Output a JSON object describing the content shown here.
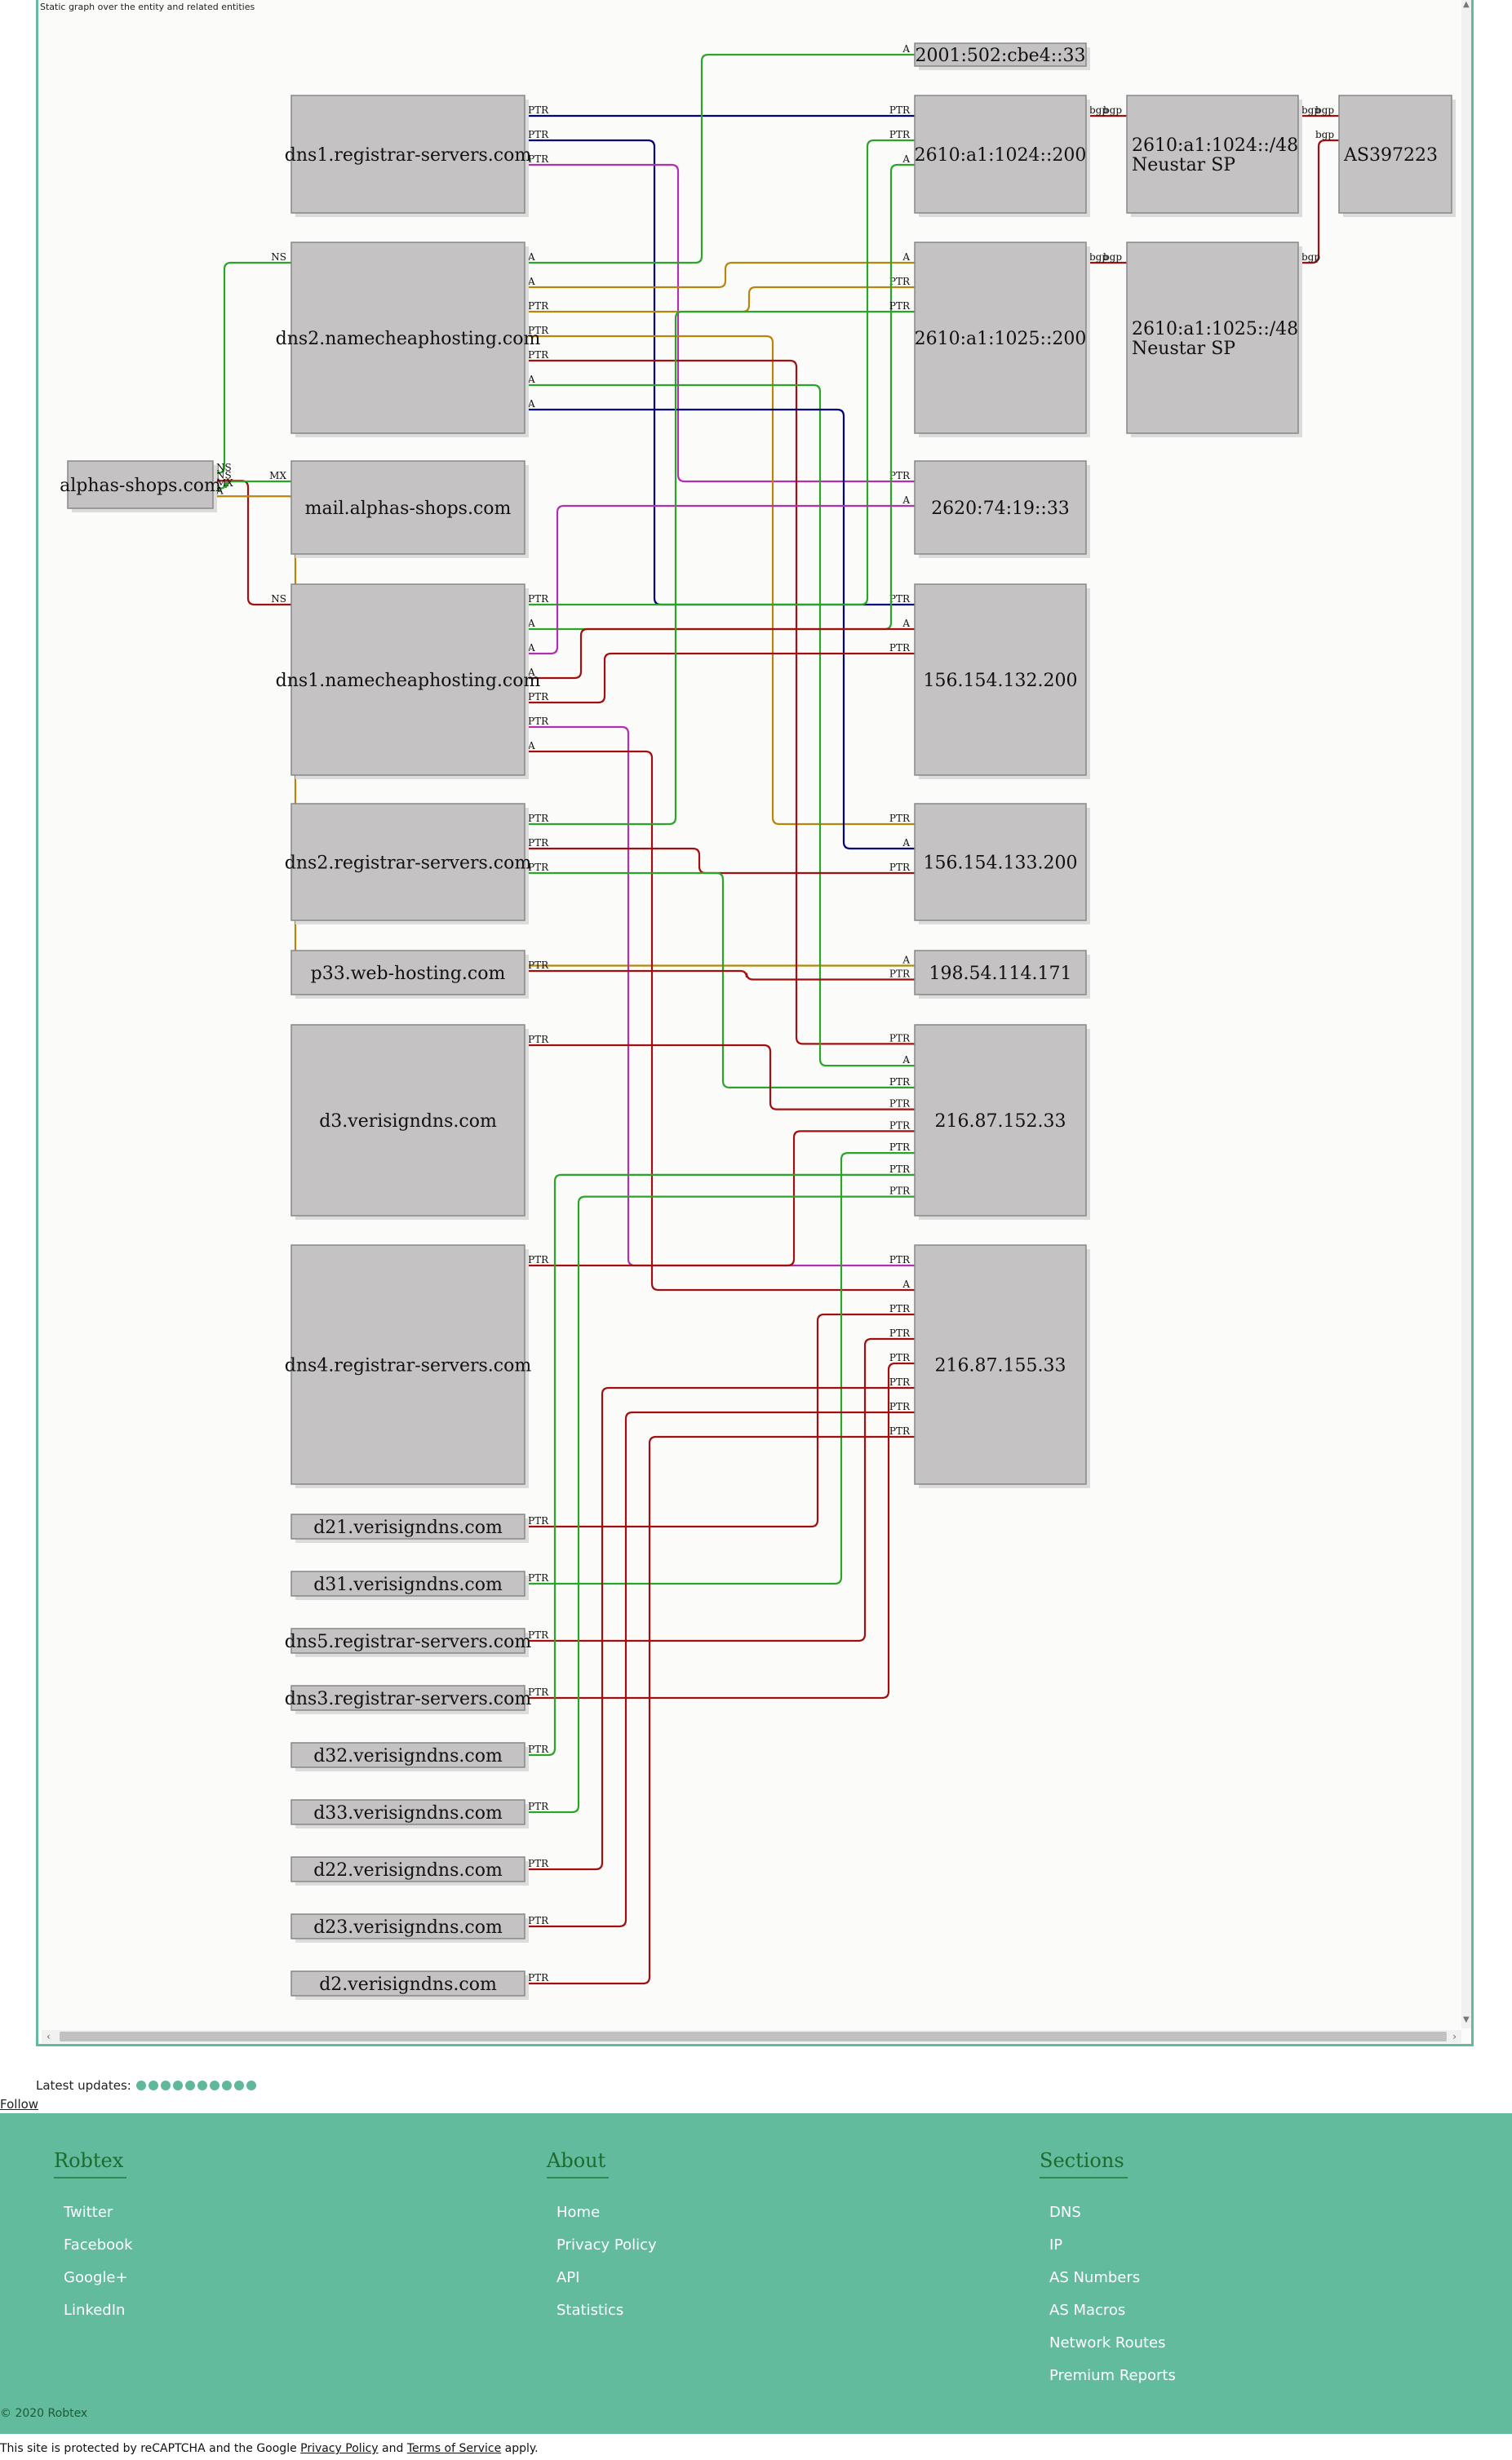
{
  "graph": {
    "caption": "Static graph over the entity and related entities",
    "nodes": [
      {
        "id": "alphas",
        "label": "alphas-shops.com"
      },
      {
        "id": "dns1rs",
        "label": "dns1.registrar-servers.com"
      },
      {
        "id": "dns2nc",
        "label": "dns2.namecheaphosting.com"
      },
      {
        "id": "mail",
        "label": "mail.alphas-shops.com"
      },
      {
        "id": "dns1nc",
        "label": "dns1.namecheaphosting.com"
      },
      {
        "id": "dns2rs",
        "label": "dns2.registrar-servers.com"
      },
      {
        "id": "p33",
        "label": "p33.web-hosting.com"
      },
      {
        "id": "d3v",
        "label": "d3.verisigndns.com"
      },
      {
        "id": "dns4rs",
        "label": "dns4.registrar-servers.com"
      },
      {
        "id": "d21",
        "label": "d21.verisigndns.com"
      },
      {
        "id": "d31",
        "label": "d31.verisigndns.com"
      },
      {
        "id": "dns5rs",
        "label": "dns5.registrar-servers.com"
      },
      {
        "id": "dns3rs",
        "label": "dns3.registrar-servers.com"
      },
      {
        "id": "d32",
        "label": "d32.verisigndns.com"
      },
      {
        "id": "d33",
        "label": "d33.verisigndns.com"
      },
      {
        "id": "d22",
        "label": "d22.verisigndns.com"
      },
      {
        "id": "d23",
        "label": "d23.verisigndns.com"
      },
      {
        "id": "d2",
        "label": "d2.verisigndns.com"
      },
      {
        "id": "ip6a",
        "label": "2001:502:cbe4::33"
      },
      {
        "id": "ip6b",
        "label": "2610:a1:1024::200"
      },
      {
        "id": "ip6c",
        "label": "2610:a1:1025::200"
      },
      {
        "id": "ip6d",
        "label": "2620:74:19::33"
      },
      {
        "id": "ip4a",
        "label": "156.154.132.200"
      },
      {
        "id": "ip4b",
        "label": "156.154.133.200"
      },
      {
        "id": "ip4c",
        "label": "198.54.114.171"
      },
      {
        "id": "ip4d",
        "label": "216.87.152.33"
      },
      {
        "id": "ip4e",
        "label": "216.87.155.33"
      },
      {
        "id": "pfx1",
        "label": "2610:a1:1024::/48\nNeustar SP"
      },
      {
        "id": "pfx2",
        "label": "2610:a1:1025::/48\nNeustar SP"
      },
      {
        "id": "as",
        "label": "AS397223"
      }
    ],
    "edges": [
      {
        "from": "alphas",
        "to": "dns2nc",
        "label": "NS",
        "color": "#2aa52a"
      },
      {
        "from": "alphas",
        "to": "dns1nc",
        "label": "NS",
        "color": "#a01010"
      },
      {
        "from": "alphas",
        "to": "mail",
        "label": "MX",
        "color": "#2aa52a"
      },
      {
        "from": "alphas",
        "to": "ip4c",
        "label": "A",
        "color": "#b8860b"
      },
      {
        "from": "dns1rs",
        "to": "ip6b",
        "label": "PTR",
        "color": "#000080"
      },
      {
        "from": "dns1rs",
        "to": "ip4a",
        "label": "PTR",
        "color": "#000080"
      },
      {
        "from": "dns1rs",
        "to": "ip6d",
        "label": "PTR",
        "color": "#b030b0"
      },
      {
        "from": "dns2nc",
        "to": "ip6a",
        "label": "A",
        "color": "#2aa52a"
      },
      {
        "from": "dns2nc",
        "to": "ip6c",
        "label": "A",
        "color": "#b8860b"
      },
      {
        "from": "dns2nc",
        "to": "ip6c",
        "label": "PTR",
        "color": "#b8860b"
      },
      {
        "from": "dns2nc",
        "to": "ip4b",
        "label": "PTR",
        "color": "#b8860b"
      },
      {
        "from": "dns2nc",
        "to": "ip4d",
        "label": "PTR",
        "color": "#a01010"
      },
      {
        "from": "dns2nc",
        "to": "ip4d",
        "label": "A",
        "color": "#2aa52a"
      },
      {
        "from": "dns2nc",
        "to": "ip4b",
        "label": "A",
        "color": "#000080"
      },
      {
        "from": "dns1nc",
        "to": "ip6b",
        "label": "PTR",
        "color": "#2aa52a"
      },
      {
        "from": "dns1nc",
        "to": "ip6b",
        "label": "A",
        "color": "#2aa52a"
      },
      {
        "from": "dns1nc",
        "to": "ip6d",
        "label": "A",
        "color": "#b030b0"
      },
      {
        "from": "dns1nc",
        "to": "ip4a",
        "label": "A",
        "color": "#a01010"
      },
      {
        "from": "dns1nc",
        "to": "ip4a",
        "label": "PTR",
        "color": "#a01010"
      },
      {
        "from": "dns1nc",
        "to": "ip4e",
        "label": "PTR",
        "color": "#b030b0"
      },
      {
        "from": "dns1nc",
        "to": "ip4e",
        "label": "A",
        "color": "#a01010"
      },
      {
        "from": "dns2rs",
        "to": "ip6c",
        "label": "PTR",
        "color": "#2aa52a"
      },
      {
        "from": "dns2rs",
        "to": "ip4b",
        "label": "PTR",
        "color": "#a01010"
      },
      {
        "from": "dns2rs",
        "to": "ip4d",
        "label": "PTR",
        "color": "#2aa52a"
      },
      {
        "from": "p33",
        "to": "ip4c",
        "label": "PTR",
        "color": "#a01010"
      },
      {
        "from": "d3v",
        "to": "ip4d",
        "label": "PTR",
        "color": "#a01010"
      },
      {
        "from": "dns4rs",
        "to": "ip4d",
        "label": "PTR",
        "color": "#a01010"
      },
      {
        "from": "d21",
        "to": "ip4e",
        "label": "PTR",
        "color": "#a01010"
      },
      {
        "from": "d31",
        "to": "ip4d",
        "label": "PTR",
        "color": "#2aa52a"
      },
      {
        "from": "dns5rs",
        "to": "ip4e",
        "label": "PTR",
        "color": "#a01010"
      },
      {
        "from": "dns3rs",
        "to": "ip4e",
        "label": "PTR",
        "color": "#a01010"
      },
      {
        "from": "d32",
        "to": "ip4d",
        "label": "PTR",
        "color": "#2aa52a"
      },
      {
        "from": "d33",
        "to": "ip4d",
        "label": "PTR",
        "color": "#2aa52a"
      },
      {
        "from": "d22",
        "to": "ip4e",
        "label": "PTR",
        "color": "#a01010"
      },
      {
        "from": "d23",
        "to": "ip4e",
        "label": "PTR",
        "color": "#a01010"
      },
      {
        "from": "d2",
        "to": "ip4e",
        "label": "PTR",
        "color": "#a01010"
      },
      {
        "from": "ip6b",
        "to": "pfx1",
        "label": "bgp",
        "color": "#a01010"
      },
      {
        "from": "ip6c",
        "to": "pfx2",
        "label": "bgp",
        "color": "#a01010"
      },
      {
        "from": "pfx1",
        "to": "as",
        "label": "bgp",
        "color": "#a01010"
      },
      {
        "from": "pfx2",
        "to": "as",
        "label": "bgp",
        "color": "#a01010"
      }
    ]
  },
  "updates": {
    "label": "Latest updates:",
    "count": 10
  },
  "follow": {
    "label": "Follow"
  },
  "footer": {
    "columns": [
      {
        "title": "Robtex",
        "items": [
          "Twitter",
          "Facebook",
          "Google+",
          "LinkedIn"
        ]
      },
      {
        "title": "About",
        "items": [
          "Home",
          "Privacy Policy",
          "API",
          "Statistics"
        ]
      },
      {
        "title": "Sections",
        "items": [
          "DNS",
          "IP",
          "AS Numbers",
          "AS Macros",
          "Network Routes",
          "Premium Reports"
        ]
      }
    ],
    "copyright": "© 2020 Robtex"
  },
  "recaptcha": {
    "prefix": "This site is protected by reCAPTCHA and the Google ",
    "privacy": "Privacy Policy",
    "and": " and ",
    "terms": "Terms of Service",
    "suffix": " apply."
  },
  "colors": {
    "accent": "#62bb9c",
    "node_fill": "#c4c2c3",
    "node_border": "#888888"
  }
}
